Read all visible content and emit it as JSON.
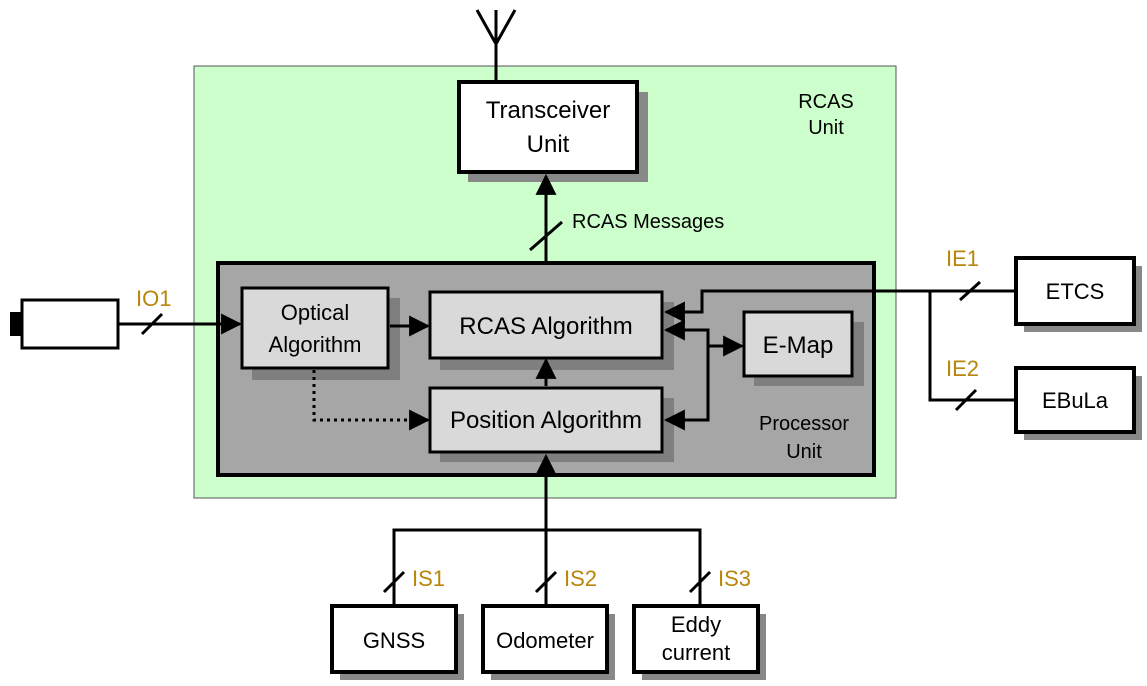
{
  "rcas_unit": {
    "line1": "RCAS",
    "line2": "Unit"
  },
  "transceiver": {
    "line1": "Transceiver",
    "line2": "Unit"
  },
  "rcas_messages": "RCAS Messages",
  "processor_unit": {
    "line1": "Processor",
    "line2": "Unit"
  },
  "optical_algorithm": {
    "line1": "Optical",
    "line2": "Algorithm"
  },
  "rcas_algorithm": "RCAS Algorithm",
  "position_algorithm": "Position Algorithm",
  "emap": "E-Map",
  "etcs": "ETCS",
  "ebula": "EBuLa",
  "gnss": "GNSS",
  "odometer": "Odometer",
  "eddy": {
    "line1": "Eddy",
    "line2": "current"
  },
  "interfaces": {
    "io1": "IO1",
    "ie1": "IE1",
    "ie2": "IE2",
    "is1": "IS1",
    "is2": "IS2",
    "is3": "IS3"
  },
  "colors": {
    "rcas_unit_fill": "#ccffcc",
    "processor_fill": "#a6a6a6",
    "algorithm_fill": "#d9d9d9",
    "shadow": "#888888",
    "interface_label": "#b8860b"
  }
}
